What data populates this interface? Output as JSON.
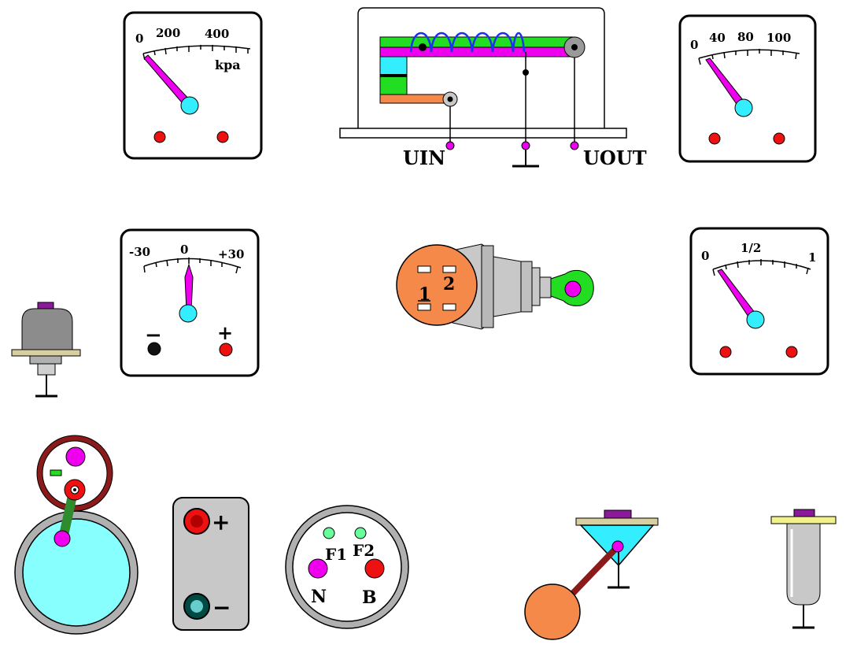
{
  "pressure_gauge": {
    "ticks": [
      "0",
      "200",
      "400"
    ],
    "unit": "kpa"
  },
  "voltage_regulator": {
    "input_label": "UIN",
    "output_label": "UOUT"
  },
  "temperature_gauge": {
    "ticks": [
      "0",
      "40",
      "80",
      "100"
    ]
  },
  "ammeter": {
    "ticks": [
      "-30",
      "0",
      "+30"
    ],
    "minus_sign": "−",
    "plus_sign": "+"
  },
  "ignition_switch": {
    "terminal_1": "1",
    "terminal_2": "2"
  },
  "fuel_gauge": {
    "ticks": [
      "0",
      "1/2",
      "1"
    ]
  },
  "battery": {
    "plus_sign": "+",
    "minus_sign": "−"
  },
  "alternator": {
    "terminal_f1": "F1",
    "terminal_f2": "F2",
    "terminal_n": "N",
    "terminal_b": "B"
  },
  "colors": {
    "needle": "#ee00ee",
    "pivot": "#33eeff",
    "terminal_red": "#ee1111",
    "coil": "#1a33ee",
    "green": "#22dd22",
    "orange": "#f4894a",
    "gray": "#c8c8c8",
    "dark_red": "#8b1a1a",
    "purple": "#8a1a9a"
  }
}
